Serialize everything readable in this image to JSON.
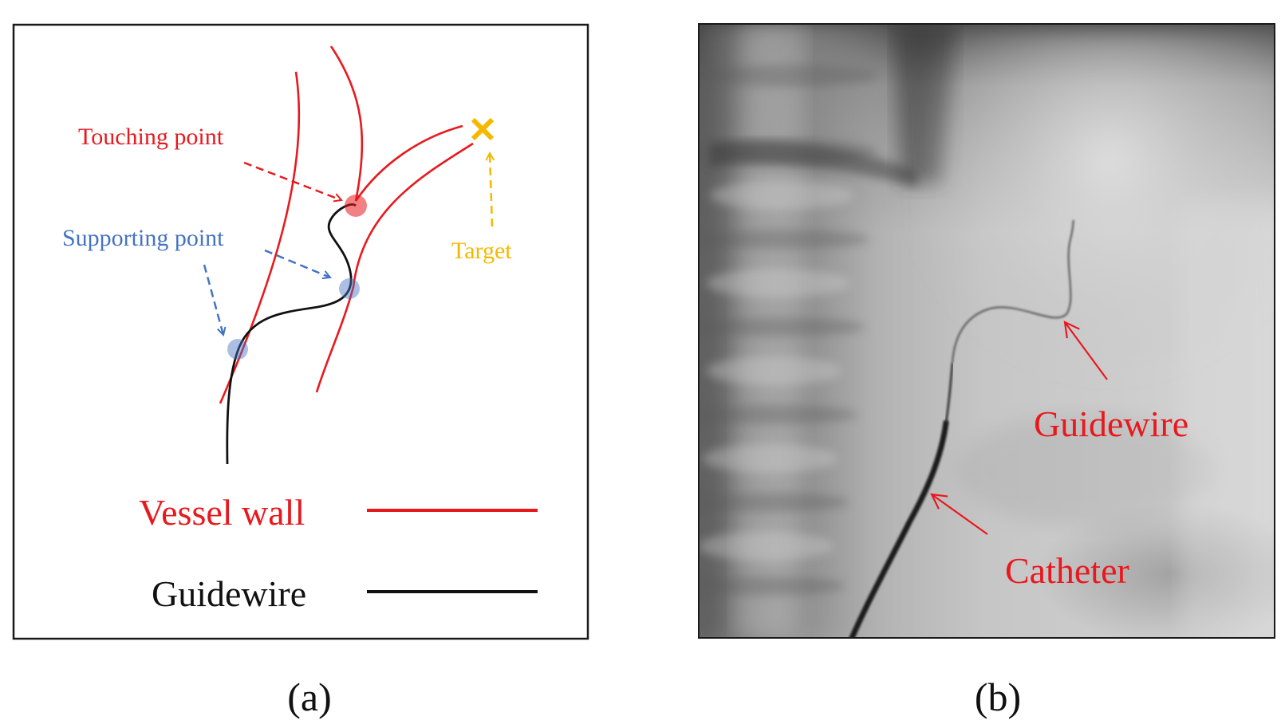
{
  "panel_a": {
    "label_touching": "Touching point",
    "label_supporting": "Supporting point",
    "label_target": "Target",
    "legend_vessel": "Vessel wall",
    "legend_guidewire": "Guidewire",
    "caption": "(a)"
  },
  "panel_b": {
    "label_guidewire": "Guidewire",
    "label_catheter": "Catheter",
    "caption": "(b)"
  },
  "colors": {
    "vessel": "#e8191e",
    "guidewire": "#111111",
    "touching": "#e8191e",
    "supporting": "#4472c4",
    "target": "#f5b800",
    "xray_annotation": "#e8191e"
  }
}
